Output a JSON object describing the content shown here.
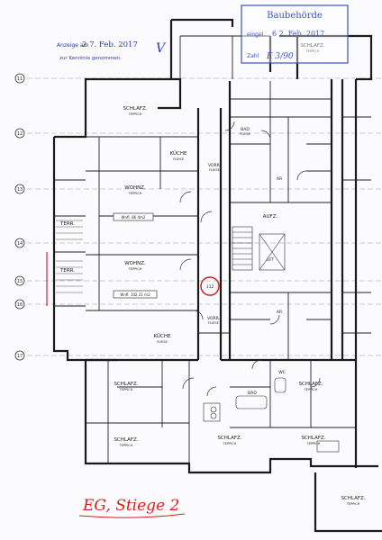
{
  "notice": {
    "received_label": "Anzeige am",
    "received_date": "2 7. Feb. 2017",
    "check_mark": "V",
    "noted_label": "zur Kenntnis genommen."
  },
  "stamp": {
    "title": "Baubehörde",
    "received_label": "eingel.",
    "received_date": "6 2. Feb. 2017",
    "number_label": "Zahl",
    "number_value": "E 3/90"
  },
  "annotation": {
    "handwritten": "EG, Stiege 2"
  },
  "axis_markers": [
    "11",
    "12",
    "13",
    "14",
    "15",
    "16",
    "17"
  ],
  "rooms": [
    {
      "name": "SCHLAFZ.",
      "spec": "TEPPICH"
    },
    {
      "name": "SCHLAFZ.",
      "spec": "TEPPICH"
    },
    {
      "name": "KÜCHE",
      "spec": "FLIESE"
    },
    {
      "name": "WOHNZ.",
      "spec": "TEPPICH"
    },
    {
      "name": "WOHNZ.",
      "spec": "TEPPICH"
    },
    {
      "name": "TERR.",
      "spec": ""
    },
    {
      "name": "TERR.",
      "spec": ""
    },
    {
      "name": "KÜCHE",
      "spec": "FLIESE"
    },
    {
      "name": "SCHLAFZ.",
      "spec": "TEPPICH"
    },
    {
      "name": "SCHLAFZ.",
      "spec": "TEPPICH"
    },
    {
      "name": "SCHLAFZ.",
      "spec": "TEPPICH"
    },
    {
      "name": "AUFZ.",
      "spec": ""
    },
    {
      "name": "LIFT",
      "spec": ""
    },
    {
      "name": "BAD",
      "spec": "FLIESE"
    },
    {
      "name": "VORR.",
      "spec": "FLIESE"
    },
    {
      "name": "VORR.",
      "spec": "FLIESE"
    },
    {
      "name": "AR",
      "spec": ""
    },
    {
      "name": "AR",
      "spec": ""
    },
    {
      "name": "WC",
      "spec": ""
    },
    {
      "name": "BAD",
      "spec": ""
    },
    {
      "name": "SCHLAFZ.",
      "spec": "TEPPICH"
    },
    {
      "name": "SCHLAFZ.",
      "spec": "TEPPICH"
    },
    {
      "name": "SCHLAFZ.",
      "spec": "TEPPICH"
    }
  ],
  "area_labels": [
    "Wnfl. 86 4m2",
    "Wnfl. 102 21 m2"
  ],
  "circled_tag": "112"
}
